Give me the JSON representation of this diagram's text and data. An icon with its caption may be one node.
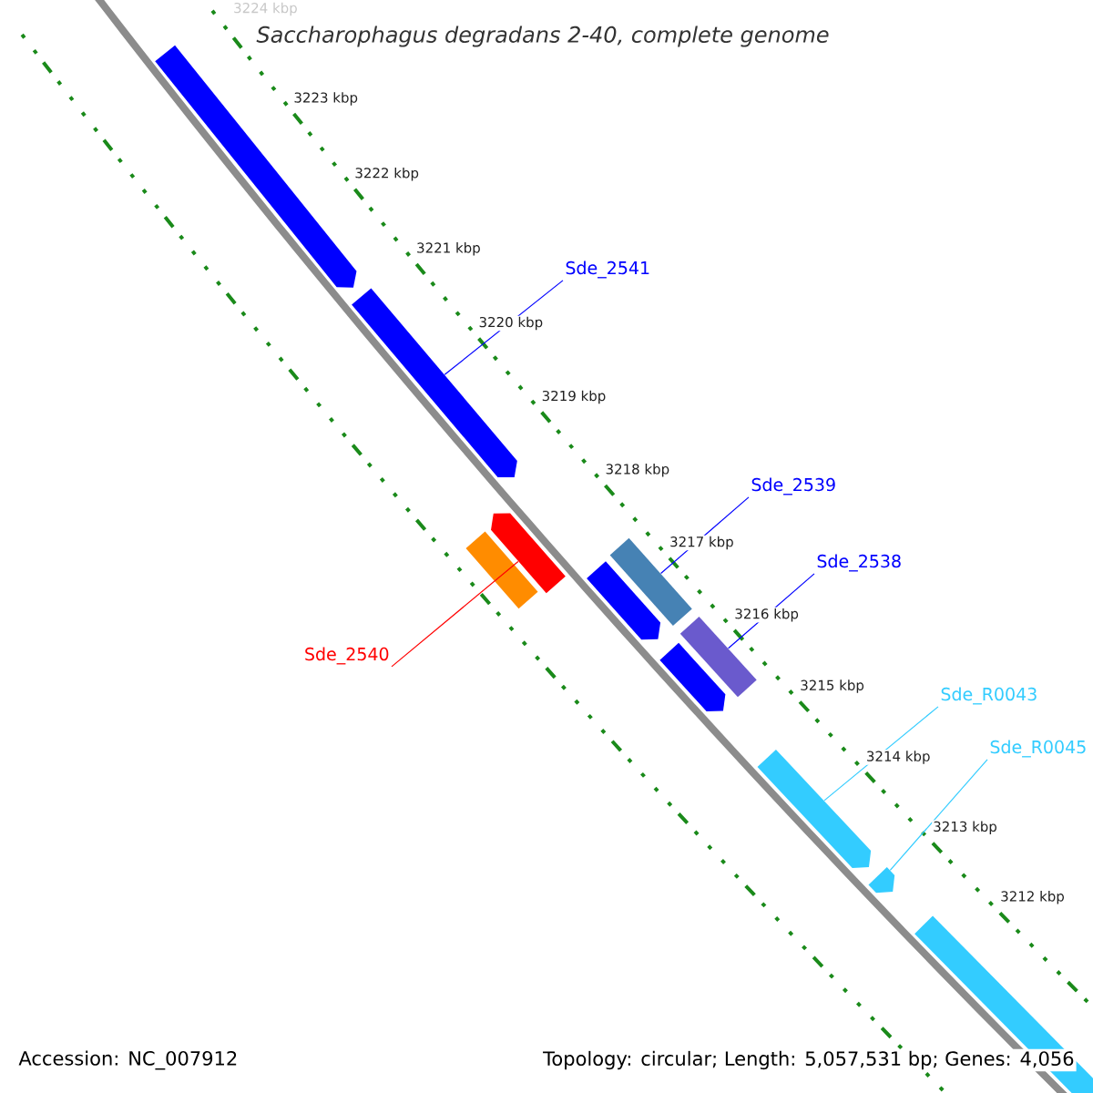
{
  "diagram": {
    "title": "Saccharophagus degradans 2-40, complete genome",
    "nodes": [
      {
        "text": [],
        "shape": "arrow"
      },
      {
        "text": [],
        "shape": "arrow"
      },
      {
        "text": [],
        "shape": "box"
      },
      {
        "text": [],
        "shape": "arrow"
      },
      {
        "text": [],
        "shape": "arrow"
      },
      {
        "text": [],
        "shape": "box"
      },
      {
        "text": [],
        "shape": "arrow"
      },
      {
        "text": [],
        "shape": "box"
      },
      {
        "text": [],
        "shape": "arrow"
      },
      {
        "text": [],
        "shape": "arrow"
      },
      {
        "text": [],
        "shape": "arrow"
      },
      {
        "text": [
          "Sde_2541"
        ]
      },
      {
        "text": [
          "Sde_2539"
        ]
      },
      {
        "text": [
          "Sde_2538"
        ]
      },
      {
        "text": [
          "Sde_2540"
        ]
      },
      {
        "text": [
          "Sde_R0043"
        ]
      },
      {
        "text": [
          "Sde_R0045"
        ]
      }
    ],
    "edges": [
      {
        "from": 11,
        "to": 1,
        "arrow": "none",
        "color": "#0000ff"
      },
      {
        "from": 12,
        "to": 5,
        "arrow": "none",
        "color": "#0000ff"
      },
      {
        "from": 13,
        "to": 7,
        "arrow": "none",
        "color": "#0000ff"
      },
      {
        "from": 14,
        "to": 3,
        "arrow": "none",
        "color": "#ff0000"
      },
      {
        "from": 15,
        "to": 8,
        "arrow": "none",
        "color": "#33ccff"
      },
      {
        "from": 16,
        "to": 9,
        "arrow": "none",
        "color": "#33ccff"
      }
    ],
    "labels": [
      "3224 kbp",
      "3223 kbp",
      "3222 kbp",
      "3221 kbp",
      "3220 kbp",
      "3219 kbp",
      "3218 kbp",
      "3217 kbp",
      "3216 kbp",
      "3215 kbp",
      "3214 kbp",
      "3213 kbp",
      "3212 kbp",
      "Accession: NC_007912",
      "Topology: circular; Length: 5,057,531 bp; Genes: 4,056"
    ]
  }
}
